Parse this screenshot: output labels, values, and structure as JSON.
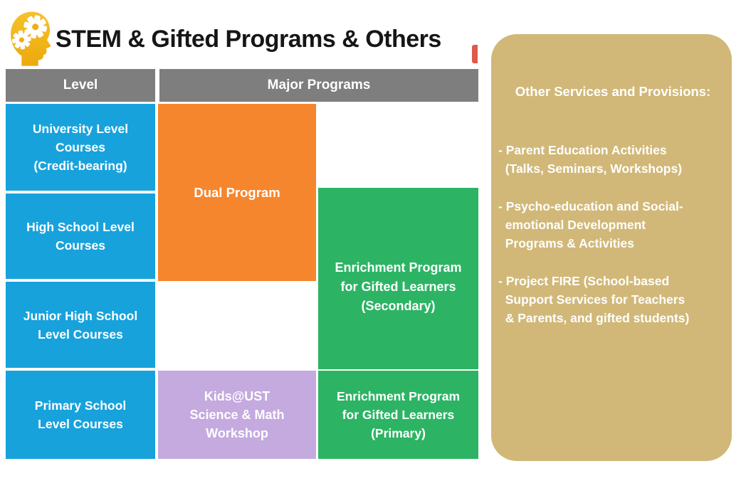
{
  "header": {
    "title": "STEM & Gifted Programs & Others",
    "icon": "head-with-gears-icon"
  },
  "table": {
    "level_header": "Level",
    "programs_header": "Major Programs",
    "levels": [
      "University Level\nCourses\n(Credit-bearing)",
      "High School Level\nCourses",
      "Junior High School\nLevel Courses",
      "Primary School\nLevel Courses"
    ],
    "programs": {
      "dual": "Dual Program",
      "enrichment_secondary": "Enrichment Program\nfor Gifted Learners\n(Secondary)",
      "kids_ust": "Kids@UST\nScience & Math\nWorkshop",
      "enrichment_primary": "Enrichment Program\nfor Gifted Learners\n(Primary)"
    }
  },
  "other_services": {
    "title": "Other Services and Provisions:",
    "items": [
      "- Parent Education Activities\n  (Talks, Seminars, Workshops)",
      "- Psycho-education and Social-\n  emotional Development\n  Programs & Activities",
      "- Project FIRE (School-based\n  Support Services for Teachers\n  & Parents, and gifted students)"
    ]
  },
  "colors": {
    "level_blue": "#17a2dc",
    "dual_orange": "#f6862e",
    "enrichment_green": "#2cb464",
    "kids_purple": "#c4aadf",
    "panel_tan": "#d1b878",
    "header_gray": "#7e7e7e",
    "icon_gold": "#f0b511",
    "title_black": "#161616"
  }
}
